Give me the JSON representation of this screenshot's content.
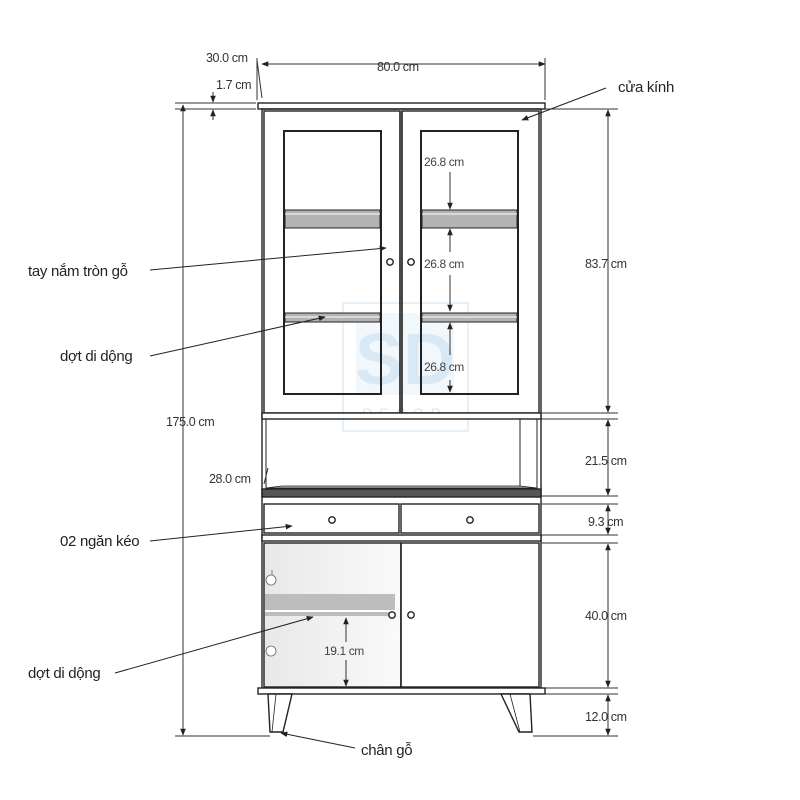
{
  "dimensions": {
    "depth": "30.0 cm",
    "width": "80.0 cm",
    "top_thickness": "1.7 cm",
    "total_height": "175.0 cm",
    "upper_section": "83.7 cm",
    "shelf_gap_1": "26.8 cm",
    "shelf_gap_2": "26.8 cm",
    "shelf_gap_3": "26.8 cm",
    "open_shelf": "21.5 cm",
    "open_shelf_depth": "28.0 cm",
    "drawer": "9.3 cm",
    "lower_section": "40.0 cm",
    "lower_shelf_gap": "19.1 cm",
    "legs": "12.0 cm"
  },
  "labels": {
    "glass_door": "cửa kính",
    "round_handle": "tay nắm tròn gỗ",
    "adjustable_shelf_upper": "dợt di dộng",
    "drawers": "02 ngăn kéo",
    "adjustable_shelf_lower": "dợt di dộng",
    "wood_legs": "chân gỗ"
  },
  "watermark": {
    "letters": "SD",
    "word": "DECOR"
  },
  "colors": {
    "line": "#222222",
    "dim_line": "#333333",
    "shelf_fill": "#b3b3b3",
    "watermark": "#cfe3f2"
  }
}
